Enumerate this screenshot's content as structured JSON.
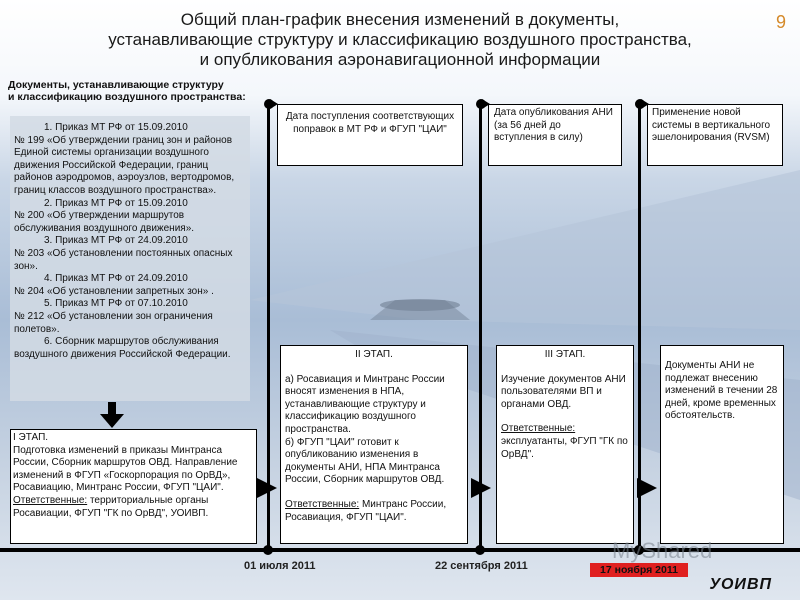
{
  "page": {
    "title_lines": [
      "Общий план-график внесения изменений в документы,",
      "устанавливающие структуру и классификацию воздушного пространства,",
      "и опубликования аэронавигационной информации"
    ],
    "page_number": "9"
  },
  "docs": {
    "heading_lines": [
      "Документы, устанавливающие структуру",
      "и классификацию воздушного пространства:"
    ],
    "items": [
      {
        "head": "1. Приказ МТ РФ от 15.09.2010",
        "body": "№ 199 «Об утверждении границ зон и районов Единой системы организации воздушного движения Российской Федерации, границ районов аэродромов, аэроузлов, вертодромов, границ классов воздушного пространства»."
      },
      {
        "head": "2. Приказ МТ РФ от 15.09.2010",
        "body": "№ 200 «Об утверждении маршрутов обслуживания воздушного движения»."
      },
      {
        "head": "3. Приказ МТ РФ от 24.09.2010",
        "body": "№ 203 «Об установлении постоянных опасных зон»."
      },
      {
        "head": "4. Приказ МТ РФ от 24.09.2010",
        "body": "№ 204 «Об установлении запретных зон» ."
      },
      {
        "head": "5. Приказ МТ РФ от 07.10.2010",
        "body": "№ 212 «Об установлении зон ограничения полетов»."
      },
      {
        "head": "6. Сборник маршрутов обслуживания",
        "body": "воздушного движения Российской Федерации."
      }
    ]
  },
  "stages": {
    "stage1": {
      "title": "I ЭТАП.",
      "text": "Подготовка изменений в приказы Минтранса России, Сборник маршрутов ОВД. Направление изменений в ФГУП «Госкорпорация по ОрВД», Росавиацию, Минтранс России, ФГУП \"ЦАИ\".",
      "resp_label": "Ответственные:",
      "resp_text": " территориальные органы Росавиации, ФГУП \"ГК по ОрВД\", УОИВП."
    },
    "stage2": {
      "title": "II ЭТАП.",
      "text_a": "а) Росавиация и Минтранс России вносят изменения в НПА, устанавливающие структуру и классификацию воздушного пространства.",
      "text_b": "б) ФГУП \"ЦАИ\" готовит к опубликованию изменения в документы АНИ, НПА Минтранса России, Сборник маршрутов ОВД.",
      "resp_label": "Ответственные:",
      "resp_text": " Минтранс России, Росавиация, ФГУП \"ЦАИ\"."
    },
    "stage3": {
      "title": "III ЭТАП.",
      "text": "Изучение документов АНИ пользователями ВП и органами ОВД.",
      "resp_label": "Ответственные:",
      "resp_text": " эксплуатанты, ФГУП \"ГК по ОрВД\"."
    },
    "stage4": {
      "text": "Документы АНИ не подлежат внесению изменений в течении 28 дней, кроме временных обстоятельств."
    }
  },
  "milestones": {
    "m1": "Дата поступления соответствующих поправок в МТ РФ и ФГУП \"ЦАИ\"",
    "m2": "Дата опубликования АНИ (за 56 дней до вступления в силу)",
    "m3": "Применение новой системы в вертикального эшелонирования (RVSM)"
  },
  "timeline": {
    "date1": "01 июля 2011",
    "date2": "22 сентября 2011",
    "date3": "17 ноября 2011"
  },
  "footer": {
    "org": "УОИВП",
    "watermark": "MyShared"
  },
  "colors": {
    "page_number": "#d58a2a",
    "date_highlight": "#e02020"
  }
}
